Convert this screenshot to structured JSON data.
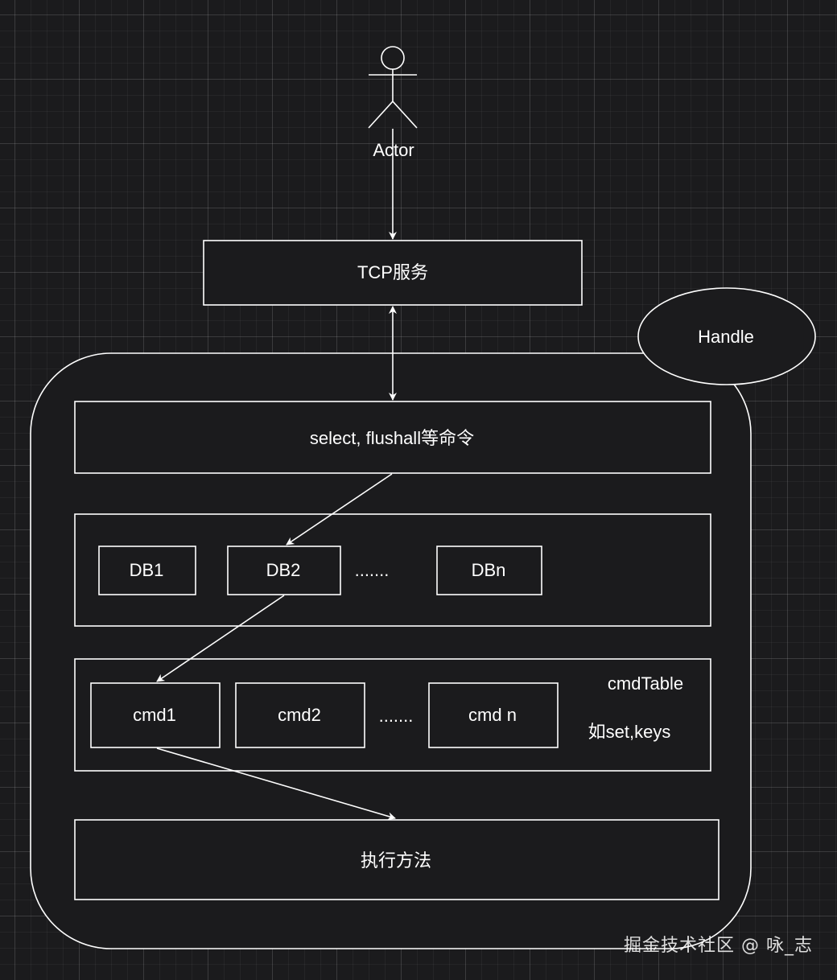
{
  "nodes": {
    "actor": "Actor",
    "tcp": "TCP服务",
    "handle": "Handle",
    "command_bar": "select, flushall等命令",
    "db1": "DB1",
    "db2": "DB2",
    "db_ellipsis": ".......",
    "dbn": "DBn",
    "cmd1": "cmd1",
    "cmd2": "cmd2",
    "cmd_ellipsis": ".......",
    "cmdn": "cmd n",
    "cmd_table_title": "cmdTable",
    "cmd_table_note": "如set,keys",
    "execute": "执行方法"
  },
  "watermark": "掘金技术社区 @ 咏_志"
}
